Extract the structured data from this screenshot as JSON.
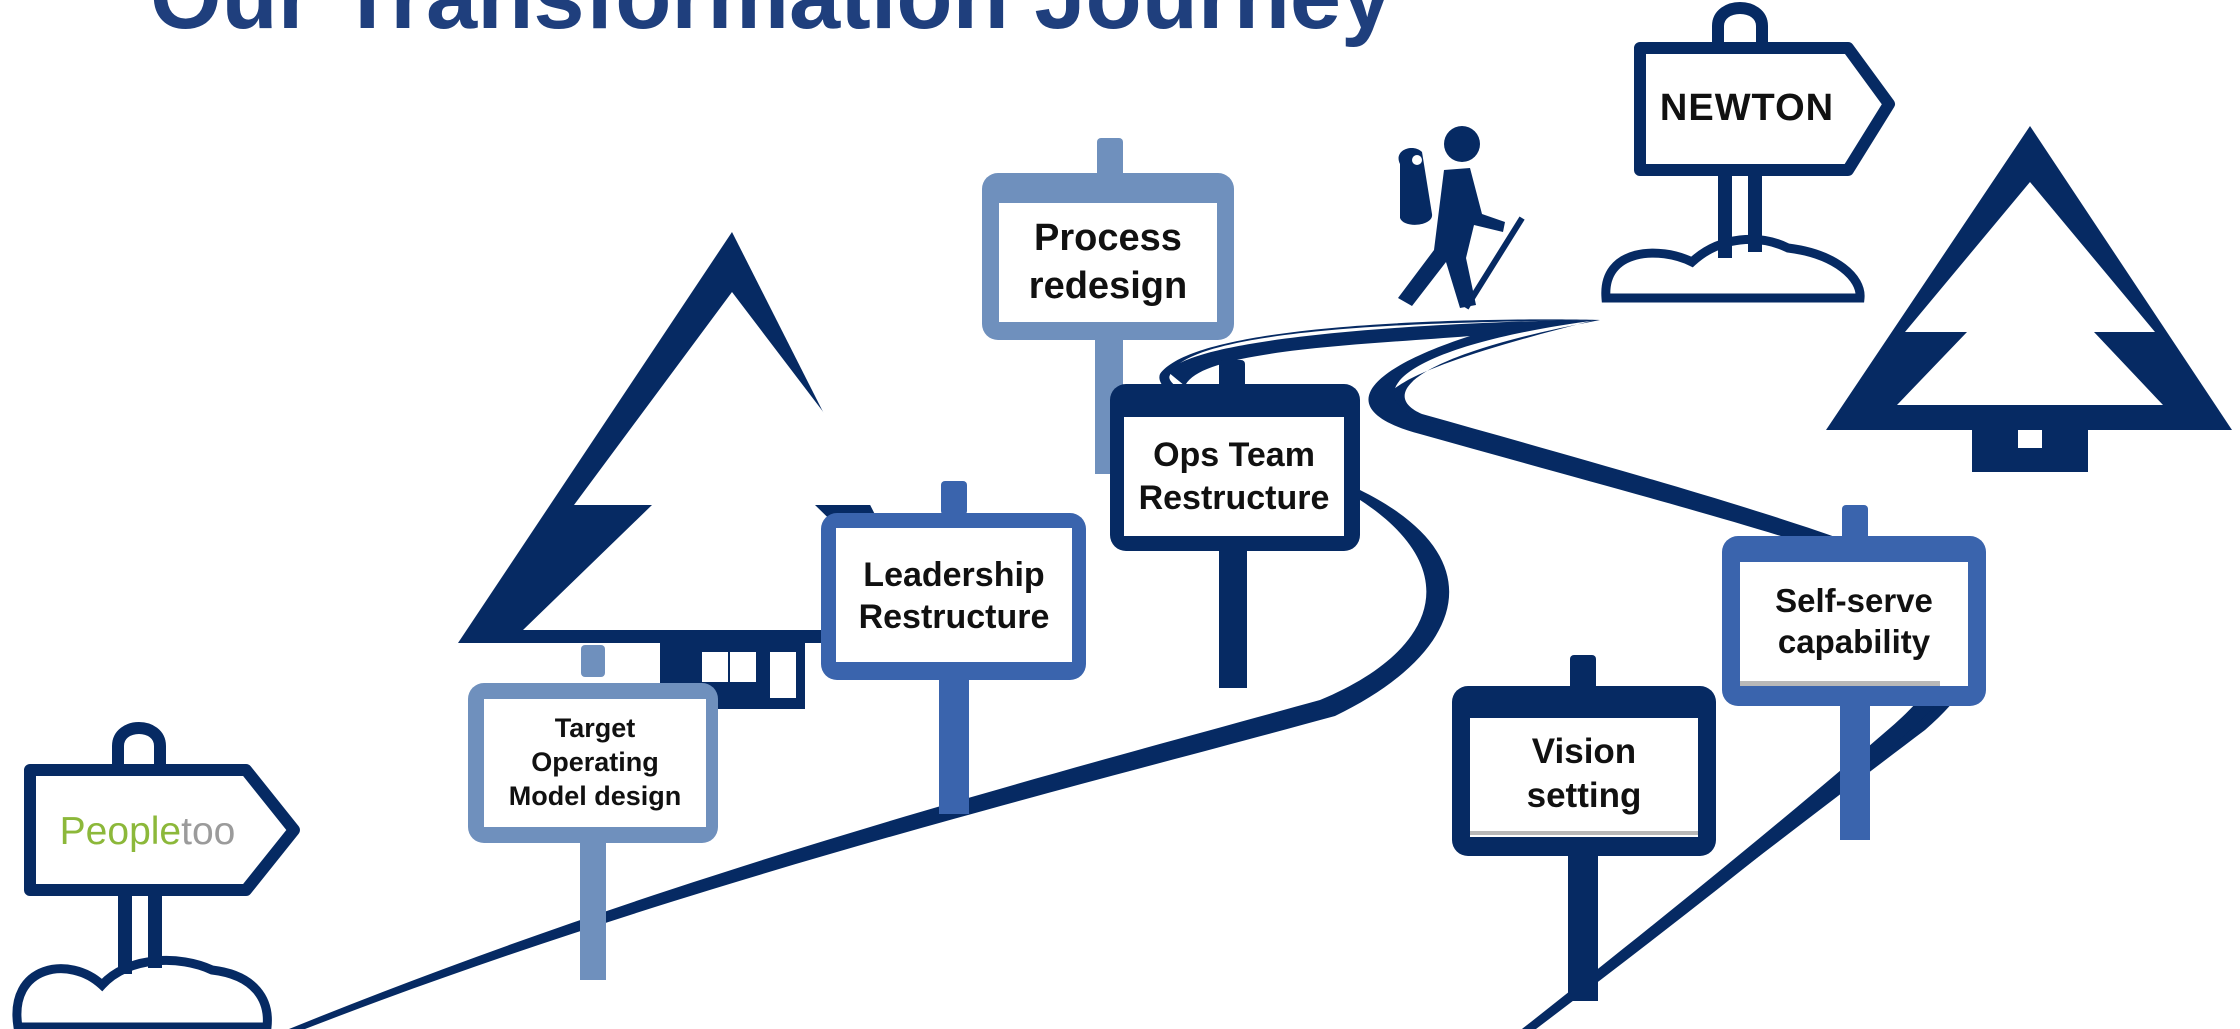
{
  "title": "Our Transformation Journey",
  "colors": {
    "navy": "#062a63",
    "light_blue": "#6f90bd",
    "mid_blue": "#3a64ad",
    "peopletoo_green": "#8cb83a",
    "peopletoo_grey": "#9b9b9b"
  },
  "logos": {
    "newton": "NEWTON",
    "peopletoo_a": "People",
    "peopletoo_b": "too"
  },
  "milestones": [
    {
      "id": "target-operating-model",
      "label": "Target\nOperating\nModel design",
      "color": "light_blue"
    },
    {
      "id": "leadership-restructure",
      "label": "Leadership\nRestructure",
      "color": "mid_blue"
    },
    {
      "id": "process-redesign",
      "label": "Process\nredesign",
      "color": "light_blue"
    },
    {
      "id": "ops-team-restructure",
      "label": "Ops Team\nRestructure",
      "color": "navy"
    },
    {
      "id": "vision-setting",
      "label": "Vision\nsetting",
      "color": "navy"
    },
    {
      "id": "self-serve-capability",
      "label": "Self-serve\ncapability",
      "color": "mid_blue"
    }
  ],
  "icons": [
    "hiker-icon",
    "tree-icon",
    "signpost-icon",
    "winding-path"
  ]
}
